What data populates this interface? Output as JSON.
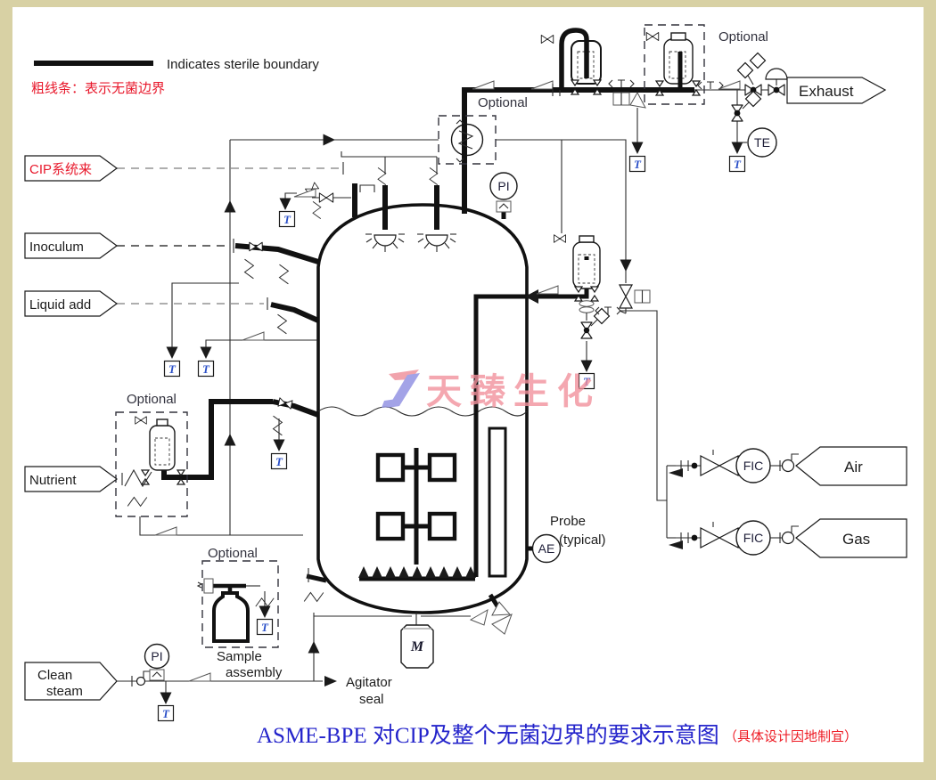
{
  "colors": {
    "page_bg": "#d8d1a4",
    "canvas_bg": "#ffffff",
    "line": "#1a1a1a",
    "red": "#e8192c",
    "title_blue": "#2424cb",
    "note_red": "#ee1c25",
    "t_tag_blue": "#2b50c8",
    "watermark_pink": "#f2929d",
    "watermark_blue": "#8f8fe2",
    "dash_gray": "#949494"
  },
  "legend": {
    "en": "Indicates sterile boundary",
    "zh": "粗线条：表示无菌边界"
  },
  "flags": {
    "cip": "CIP系统来",
    "inoculum": "Inoculum",
    "liquid_add": "Liquid add",
    "nutrient": "Nutrient",
    "clean_steam_1": "Clean",
    "clean_steam_2": "steam",
    "exhaust": "Exhaust",
    "air": "Air",
    "gas": "Gas"
  },
  "labels": {
    "optional": "Optional",
    "probe_1": "Probe",
    "probe_2": "(typical)",
    "sample_1": "Sample",
    "sample_2": "assembly",
    "agitator_1": "Agitator",
    "agitator_2": "seal"
  },
  "instruments": {
    "pi": "PI",
    "te": "TE",
    "fic": "FIC",
    "ae": "AE",
    "motor": "M",
    "t_tag": "T"
  },
  "title": {
    "main": "ASME-BPE 对CIP及整个无菌边界的要求示意图",
    "note": "（具体设计因地制宜）"
  },
  "watermark": {
    "text": "天臻生化"
  }
}
